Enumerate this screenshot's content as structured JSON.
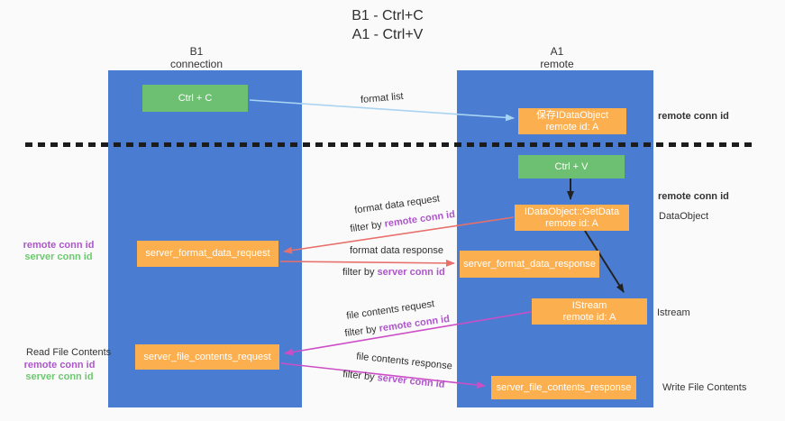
{
  "title": {
    "line1": "B1 - Ctrl+C",
    "line2": "A1 - Ctrl+V"
  },
  "lanes": {
    "left": {
      "name": "B1",
      "subtitle": "connection"
    },
    "right": {
      "name": "A1",
      "subtitle": "remote"
    }
  },
  "nodes": {
    "ctrl_c": {
      "label": "Ctrl + C"
    },
    "ctrl_v": {
      "label": "Ctrl + V"
    },
    "save_idataobject": {
      "line1": "保存IDataObject",
      "line2": "remote id: A"
    },
    "idataobject_getdata": {
      "line1": "IDataObject::GetData",
      "line2": "remote id: A"
    },
    "istream": {
      "line1": "IStream",
      "line2": "remote id: A"
    },
    "server_format_data_request": {
      "label": "server_format_data_request"
    },
    "server_format_data_response": {
      "label": "server_format_data_response"
    },
    "server_file_contents_request": {
      "label": "server_file_contents_request"
    },
    "server_file_contents_response": {
      "label": "server_file_contents_response"
    }
  },
  "edge_labels": {
    "format_list": "format list",
    "format_data_request": "format data request",
    "format_data_response": "format data response",
    "file_contents_request": "file contents request",
    "file_contents_response": "file contents response",
    "filter_by": "filter by",
    "remote_conn_id": "remote conn id",
    "server_conn_id": "server conn id"
  },
  "side_labels": {
    "remote_conn_id": "remote conn id",
    "server_conn_id": "server conn id",
    "dataobject": "DataObject",
    "istream": "Istream",
    "read_file_contents": "Read File Contents",
    "write_file_contents": "Write File Contents"
  },
  "colors": {
    "lane_blue": "#4a7dd2",
    "node_green": "#6dbf71",
    "node_orange": "#fbaf4f",
    "label_purple": "#ae56cc",
    "label_green": "#6cc96f",
    "arrow_red": "#e8706c",
    "arrow_magenta": "#cc4ec6",
    "arrow_lightblue": "#a9d3f2",
    "arrow_black": "#222222"
  }
}
